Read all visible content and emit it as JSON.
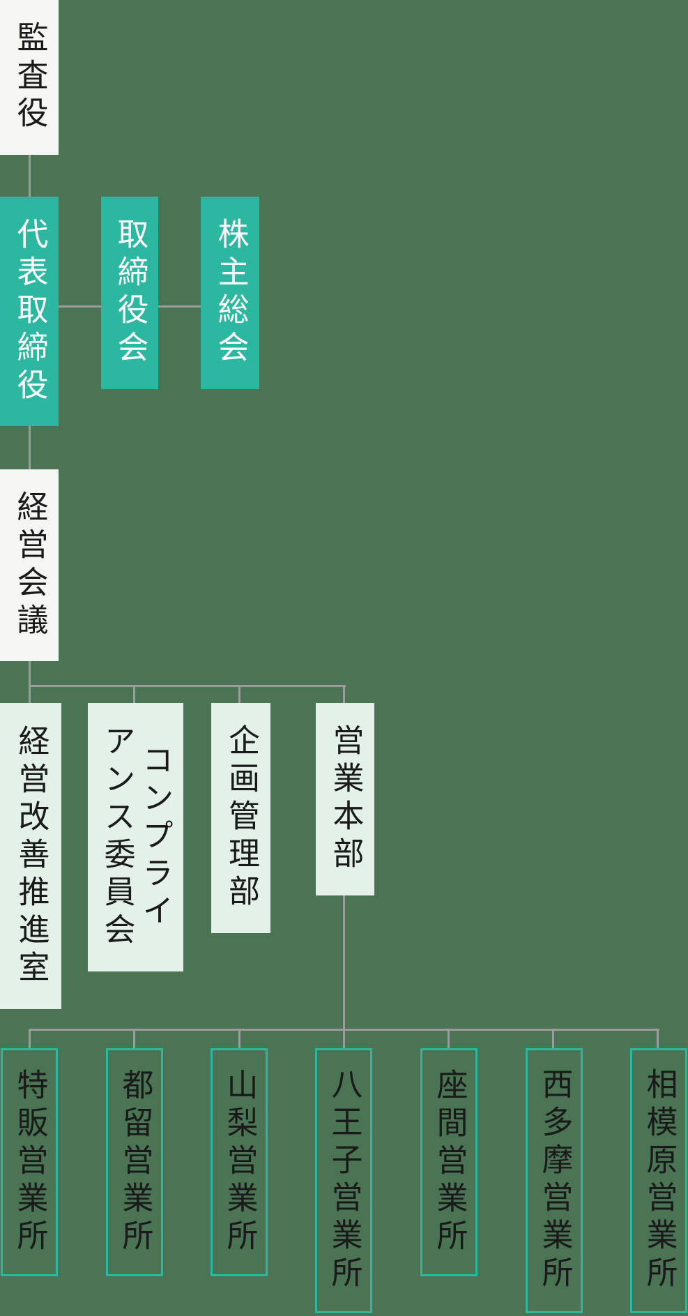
{
  "org": {
    "nodes": [
      {
        "id": "auditor",
        "label": "監査役"
      },
      {
        "id": "representative-director",
        "label": "代表取締役"
      },
      {
        "id": "board-of-directors",
        "label": "取締役会"
      },
      {
        "id": "shareholders-meeting",
        "label": "株主総会"
      },
      {
        "id": "management-council",
        "label": "経営会議"
      },
      {
        "id": "management-improvement-office",
        "label": "経営改善推進室"
      },
      {
        "id": "compliance-committee",
        "label": "コンプライ\nアンス委員会"
      },
      {
        "id": "planning-admin-dept",
        "label": "企画管理部"
      },
      {
        "id": "sales-headquarters",
        "label": "営業本部"
      },
      {
        "id": "tokuhan-sales-office",
        "label": "特販営業所"
      },
      {
        "id": "tsuru-sales-office",
        "label": "都留営業所"
      },
      {
        "id": "yamanashi-sales-office",
        "label": "山梨営業所"
      },
      {
        "id": "hachioji-sales-office",
        "label": "八王子営業所"
      },
      {
        "id": "zama-sales-office",
        "label": "座間営業所"
      },
      {
        "id": "nishitama-sales-office",
        "label": "西多摩営業所"
      },
      {
        "id": "sagamihara-sales-office",
        "label": "相模原営業所"
      }
    ],
    "colors": {
      "background": "#4a7454",
      "teal": "#2cb7a0",
      "mint": "#e3f1e9",
      "white_box": "#f5f5f4",
      "line": "#9c9c9c",
      "text_dark": "#1a1a1a",
      "text_light": "#ffffff"
    }
  }
}
